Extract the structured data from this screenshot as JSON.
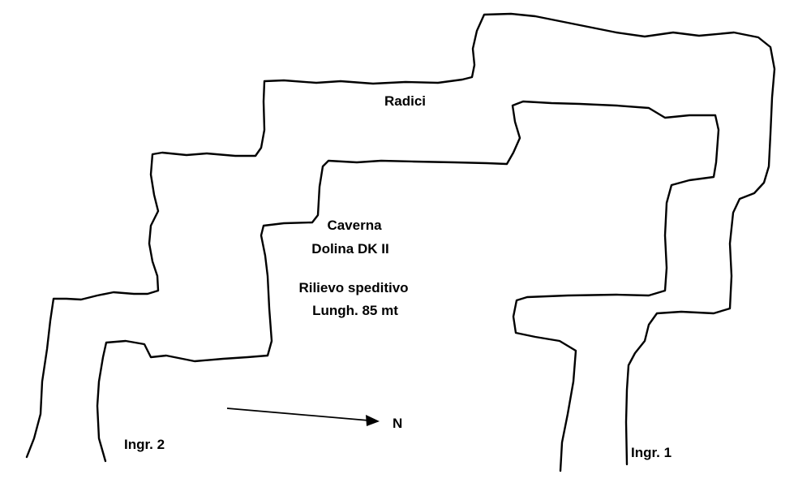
{
  "map": {
    "labels": {
      "radici": "Radici",
      "cave_name_1": "Caverna",
      "cave_name_2": "Dolina DK II",
      "survey_type": "Rilievo speditivo",
      "length": "Lungh. 85 mt",
      "entrance_1": "Ingr. 1",
      "entrance_2": "Ingr. 2",
      "north": "N"
    },
    "colors": {
      "line": "#000000",
      "background": "#ffffff"
    }
  }
}
